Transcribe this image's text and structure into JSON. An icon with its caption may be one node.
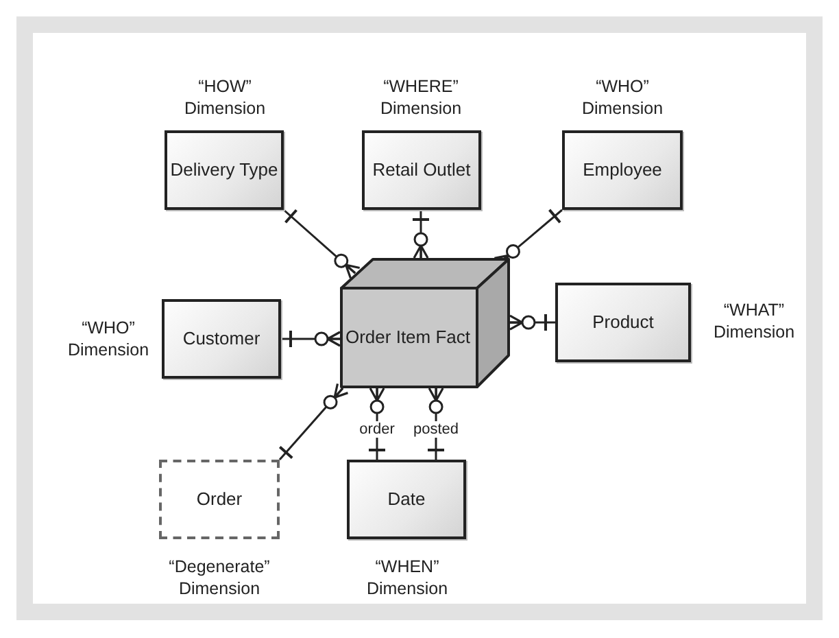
{
  "diagram": {
    "nodes": [
      {
        "text": [
          "Delivery Type"
        ],
        "beside": [
          "“HOW” Dimension"
        ]
      },
      {
        "text": [
          "Retail Outlet"
        ],
        "beside": [
          "“WHERE” Dimension"
        ]
      },
      {
        "text": [
          "Employee"
        ],
        "beside": [
          "“WHO” Dimension"
        ]
      },
      {
        "text": [
          "Customer"
        ],
        "beside": [
          "“WHO” Dimension"
        ]
      },
      {
        "text": [
          "Order Item Fact"
        ]
      },
      {
        "text": [
          "Product"
        ],
        "beside": [
          "“WHAT” Dimension"
        ]
      },
      {
        "text": [
          "Order"
        ],
        "beside": [
          "“Degenerate” Dimension"
        ]
      },
      {
        "text": [
          "Date"
        ],
        "beside": [
          "“WHEN” Dimension"
        ]
      }
    ],
    "edges": [
      {
        "from": 0,
        "to": 4,
        "arrow": "other"
      },
      {
        "from": 1,
        "to": 4,
        "arrow": "other"
      },
      {
        "from": 2,
        "to": 4,
        "arrow": "other"
      },
      {
        "from": 3,
        "to": 4,
        "arrow": "other"
      },
      {
        "from": 5,
        "to": 4,
        "arrow": "other"
      },
      {
        "from": 6,
        "to": 4,
        "arrow": "other"
      },
      {
        "from": 7,
        "to": 4,
        "arrow": "other",
        "label": "order"
      },
      {
        "from": 7,
        "to": 4,
        "arrow": "other",
        "label": "posted"
      }
    ]
  }
}
